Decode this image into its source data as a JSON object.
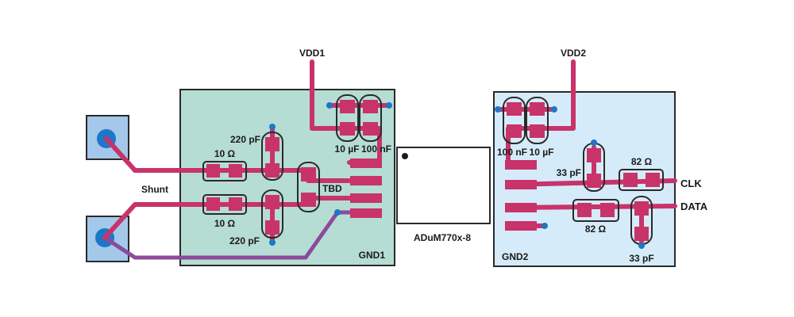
{
  "labels": {
    "vdd1": "VDD1",
    "vdd2": "VDD2",
    "shunt": "Shunt",
    "gnd1": "GND1",
    "gnd2": "GND2",
    "chip": "ADuM770x-8",
    "res_top": "10 Ω",
    "res_bot": "10 Ω",
    "cap_top": "220 pF",
    "cap_bot": "220 pF",
    "tbd": "TBD",
    "cap_10uf_1": "10 µF",
    "cap_100nf_1": "100 nF",
    "cap_100nf_2": "100 nF",
    "cap_10uf_2": "10 µF",
    "cap_33pf_1": "33 pF",
    "cap_33pf_2": "33 pF",
    "res_82_1": "82 Ω",
    "res_82_2": "82 Ω",
    "clk": "CLK",
    "data": "DATA"
  },
  "colors": {
    "gnd1_fill": "#b5ddd3",
    "gnd2_fill": "#d6ebf9",
    "trace": "#c8336a",
    "purple_trace": "#8b4a9c",
    "via": "#1d77c9",
    "shunt_pad": "#a3c8ea"
  }
}
